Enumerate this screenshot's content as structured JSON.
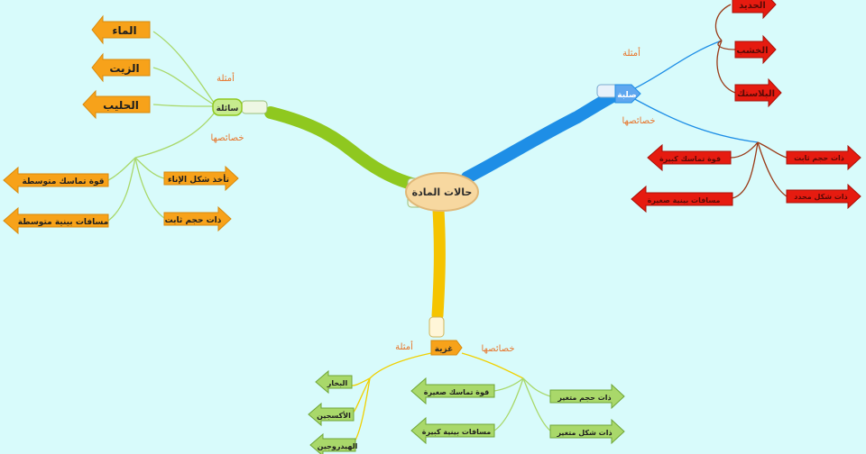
{
  "center": {
    "text": "حالات المادة"
  },
  "branches": {
    "liquid": {
      "label": "سائلة",
      "examples_label": "أمثلة",
      "properties_label": "خصائصها",
      "examples": [
        "الماء",
        "الزيت",
        "الحليب"
      ],
      "properties": [
        "تأخذ شكل الإناء",
        "ذات حجم ثابت",
        "قوة تماسك متوسطة",
        "مسافات بينية متوسطة"
      ]
    },
    "solid": {
      "label": "صلبة",
      "examples_label": "أمثلة",
      "properties_label": "خصائصها",
      "examples": [
        "الحديد",
        "الخشب",
        "البلاستك"
      ],
      "properties": [
        "ذات حجم ثابت",
        "ذات شكل محدد",
        "قوة تماسك كبيرة",
        "مسافات بينية صغيرة"
      ]
    },
    "gas": {
      "label": "غزية",
      "examples_label": "أمثلة",
      "properties_label": "خصائصها",
      "examples": [
        "البخار",
        "الأكسجين",
        "الهيدروجين"
      ],
      "properties": [
        "ذات حجم متغير",
        "ذات شكل متغير",
        "قوة تماسك صغيرة",
        "مسافات بينية كبيرة"
      ]
    }
  },
  "colors": {
    "background": "#d8fbfb",
    "liquid_branch": "#8fc81f",
    "solid_branch": "#1e8ee6",
    "gas_branch": "#f5c400",
    "orange_arrow": "#f7a21a",
    "red_arrow": "#e61b10",
    "green_arrow": "#a9d86a",
    "label_text": "#e8742a"
  }
}
